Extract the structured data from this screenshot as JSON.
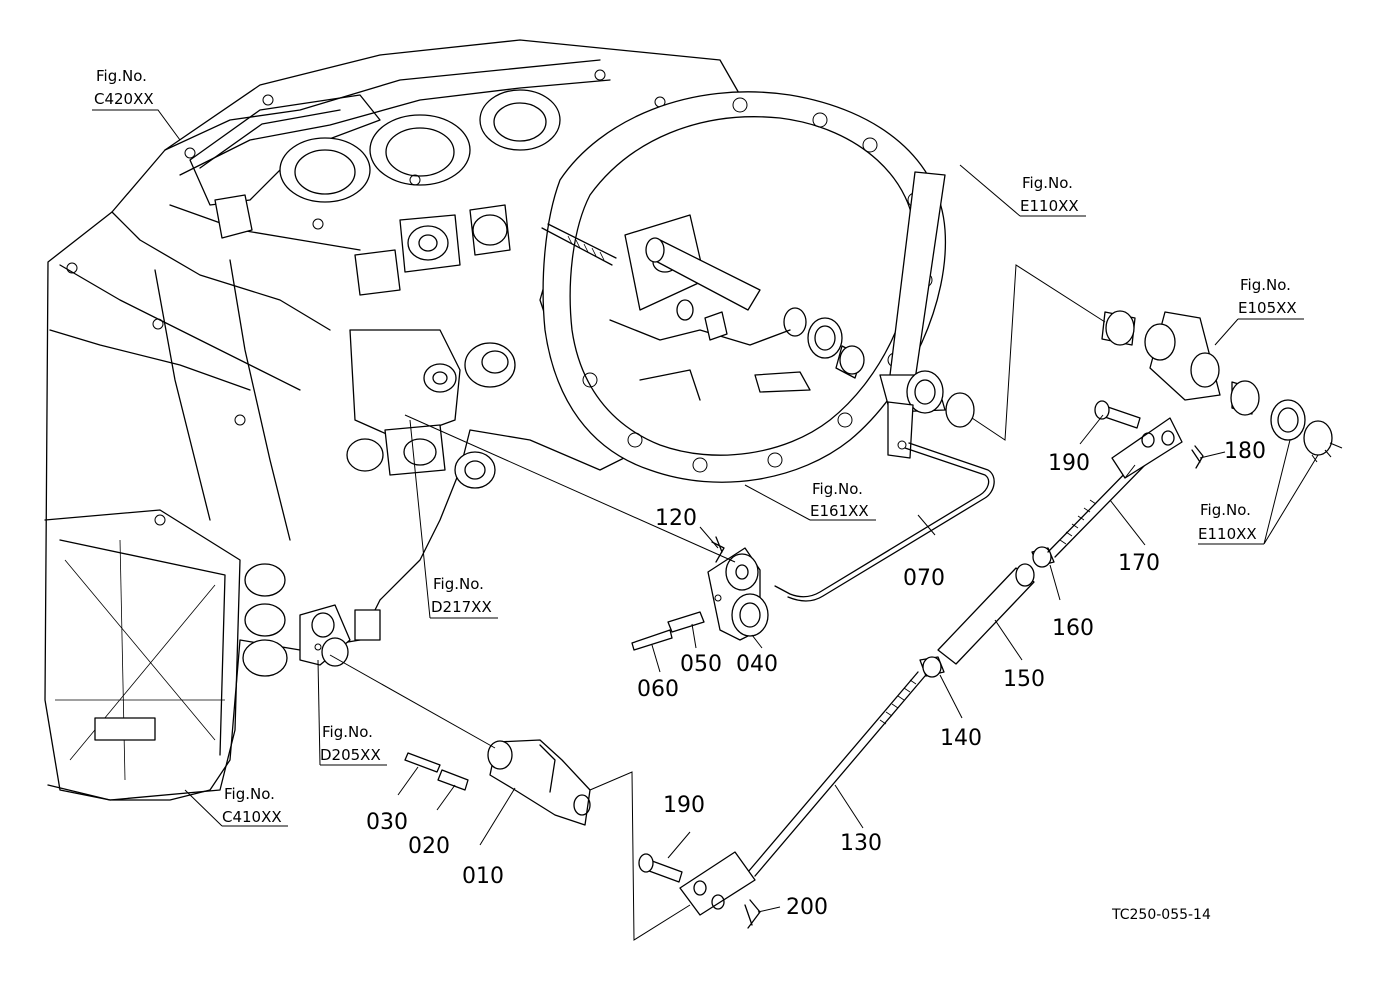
{
  "document_id": "TC250-055-14",
  "figure_refs": [
    {
      "id": "c420",
      "line1": "Fig.No.",
      "line2": "C420XX"
    },
    {
      "id": "e110_top",
      "line1": "Fig.No.",
      "line2": "E110XX"
    },
    {
      "id": "e105",
      "line1": "Fig.No.",
      "line2": "E105XX"
    },
    {
      "id": "e161",
      "line1": "Fig.No.",
      "line2": "E161XX"
    },
    {
      "id": "e110_right",
      "line1": "Fig.No.",
      "line2": "E110XX"
    },
    {
      "id": "d217",
      "line1": "Fig.No.",
      "line2": "D217XX"
    },
    {
      "id": "d205",
      "line1": "Fig.No.",
      "line2": "D205XX"
    },
    {
      "id": "c410",
      "line1": "Fig.No.",
      "line2": "C410XX"
    }
  ],
  "part_numbers": [
    {
      "id": "p010",
      "label": "010"
    },
    {
      "id": "p020",
      "label": "020"
    },
    {
      "id": "p030",
      "label": "030"
    },
    {
      "id": "p040",
      "label": "040"
    },
    {
      "id": "p050",
      "label": "050"
    },
    {
      "id": "p060",
      "label": "060"
    },
    {
      "id": "p070",
      "label": "070"
    },
    {
      "id": "p120",
      "label": "120"
    },
    {
      "id": "p130",
      "label": "130"
    },
    {
      "id": "p140",
      "label": "140"
    },
    {
      "id": "p150",
      "label": "150"
    },
    {
      "id": "p160",
      "label": "160"
    },
    {
      "id": "p170",
      "label": "170"
    },
    {
      "id": "p180",
      "label": "180"
    },
    {
      "id": "p190a",
      "label": "190"
    },
    {
      "id": "p190b",
      "label": "190"
    },
    {
      "id": "p200",
      "label": "200"
    }
  ]
}
